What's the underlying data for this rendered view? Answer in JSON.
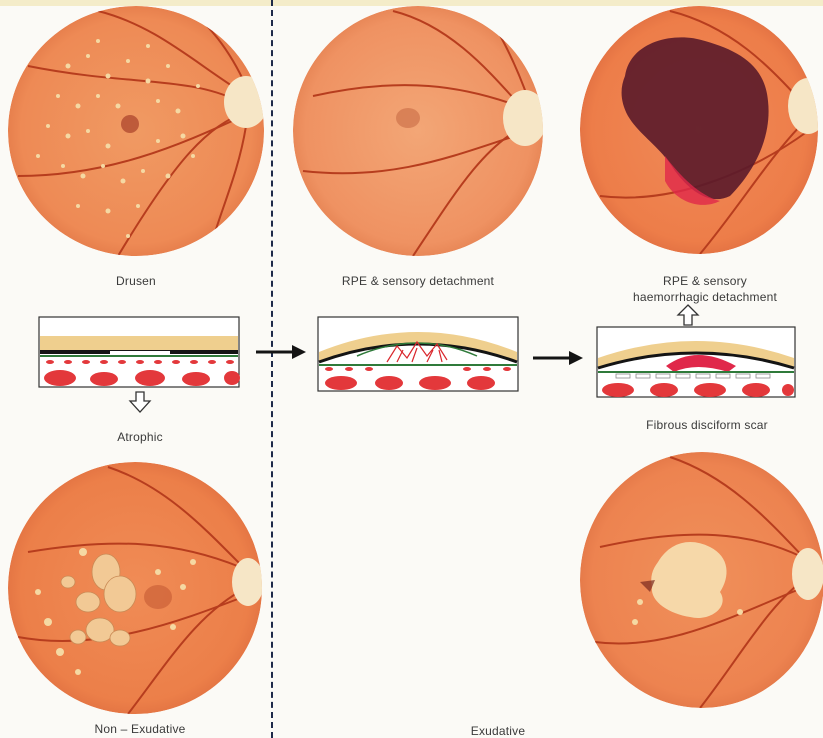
{
  "labels": {
    "drusen": "Drusen",
    "rpe_sensory_detachment": "RPE & sensory detachment",
    "rpe_sensory_line1": "RPE & sensory",
    "rpe_sensory_line2": "haemorrhagic detachment",
    "atrophic": "Atrophic",
    "fibrous_scar": "Fibrous disciform scar",
    "non_exudative": "Non – Exudative",
    "exudative": "Exudative"
  },
  "colors": {
    "fundus_base": "#ee8a55",
    "fundus_light": "#f6a774",
    "fundus_dark": "#d86a3b",
    "vessel": "#b73d1e",
    "optic_disc": "#f6e6c6",
    "drusen_spot": "#f5d9a3",
    "haemorrhage": "#5a1a2a",
    "layer_tan": "#efcf8e",
    "layer_black": "#141414",
    "layer_green": "#2f7a3a",
    "choroid_red": "#e3383b",
    "divider": "#1e2a4a"
  },
  "icons": [
    "arrow-right-icon",
    "hollow-arrow-down-icon",
    "hollow-arrow-up-icon"
  ]
}
